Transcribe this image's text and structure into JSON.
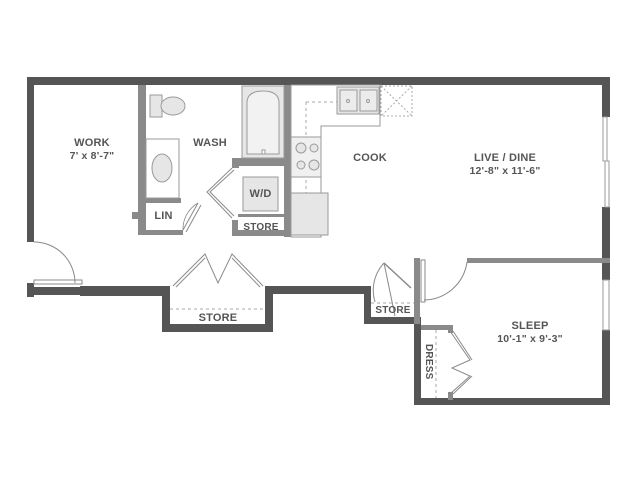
{
  "floorplan": {
    "colors": {
      "outer_wall": "#555555",
      "inner_wall": "#8a8a8a",
      "fixture_fill": "#e6e6e6",
      "fixture_stroke": "#9a9a9a",
      "label": "#555555",
      "background": "#ffffff"
    },
    "rooms": [
      {
        "id": "work",
        "name": "WORK",
        "dimensions": "7' x 8'-7\""
      },
      {
        "id": "wash",
        "name": "WASH",
        "dimensions": ""
      },
      {
        "id": "cook",
        "name": "COOK",
        "dimensions": ""
      },
      {
        "id": "live_dine",
        "name": "LIVE / DINE",
        "dimensions": "12'-8\" x 11'-6\""
      },
      {
        "id": "sleep",
        "name": "SLEEP",
        "dimensions": "10'-1\" x 9'-3\""
      }
    ],
    "closets": [
      {
        "id": "lin",
        "name": "LIN"
      },
      {
        "id": "wd",
        "name": "W/D"
      },
      {
        "id": "store_laundry",
        "name": "STORE"
      },
      {
        "id": "store_hall",
        "name": "STORE"
      },
      {
        "id": "store_entry",
        "name": "STORE"
      },
      {
        "id": "dress",
        "name": "DRESS"
      }
    ],
    "fixtures": [
      "toilet",
      "bathroom-sink",
      "bathtub",
      "washer-dryer",
      "kitchen-double-sink",
      "dishwasher",
      "range-cooktop",
      "refrigerator"
    ]
  }
}
